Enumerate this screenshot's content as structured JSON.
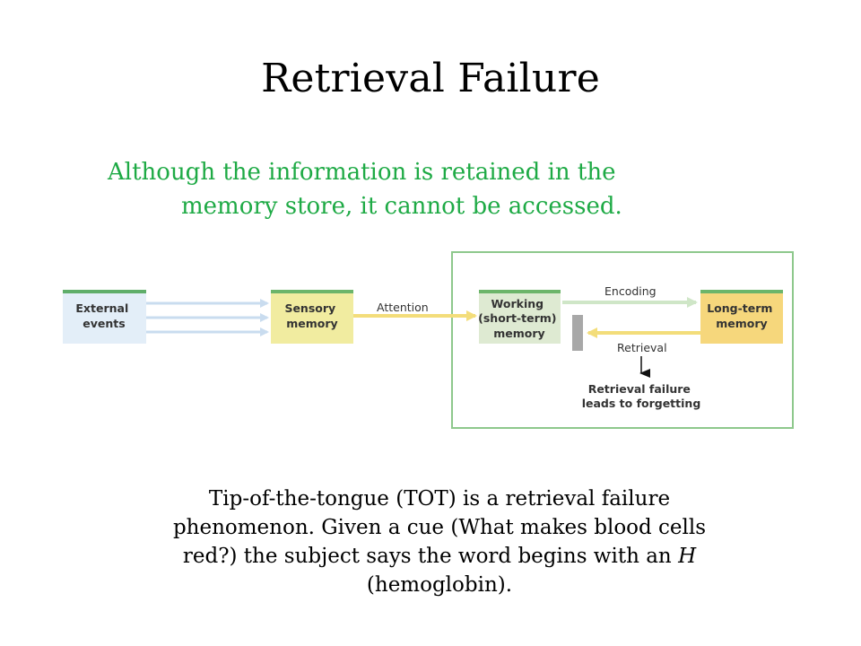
{
  "title": "Retrieval Failure",
  "subtitle": {
    "line1": "Although the information is retained in the",
    "line2": "memory store, it cannot be accessed."
  },
  "diagram": {
    "external_events": [
      "External",
      "events"
    ],
    "sensory_memory": [
      "Sensory",
      "memory"
    ],
    "attention": "Attention",
    "working_memory": [
      "Working",
      "(short-term)",
      "memory"
    ],
    "encoding": "Encoding",
    "long_term_memory": [
      "Long-term",
      "memory"
    ],
    "retrieval": "Retrieval",
    "retrieval_failure": [
      "Retrieval failure",
      "leads to forgetting"
    ],
    "colors": {
      "external_fill": "#e3eef8",
      "external_bar": "#5fae6a",
      "sensory_fill": "#f1eca0",
      "working_fill": "#deead2",
      "longterm_fill": "#f6d77c",
      "bar_green": "#6cb56a",
      "frame_green": "#8ec88c",
      "arrow_blue": "#c9dcef",
      "arrow_green": "#cfe6c7",
      "arrow_yellow": "#f3dd7a",
      "blocker_gray": "#a8a8a8"
    }
  },
  "bottom": {
    "l1": "Tip-of-the-tongue (TOT) is a retrieval failure",
    "l2": "phenomenon. Given a cue (What makes blood cells",
    "l3": "red?) the subject says the word begins with an ",
    "l3_italic": "H",
    "l4": "(hemoglobin)."
  }
}
